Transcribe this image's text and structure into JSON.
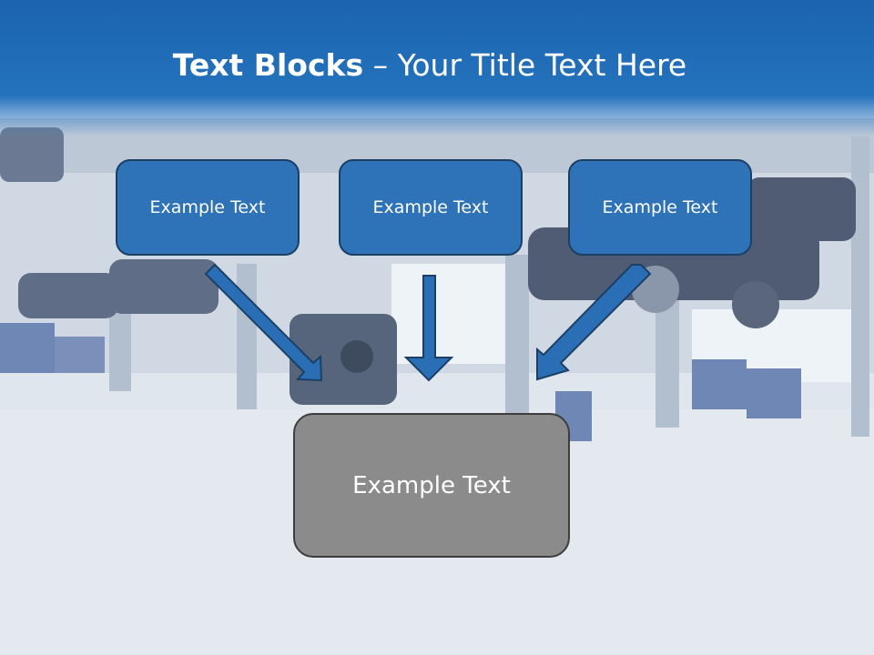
{
  "slide": {
    "title_bold": "Text Blocks",
    "title_dash": " – ",
    "title_rest": "Your Title Text Here"
  },
  "blocks": [
    {
      "label": "Example Text"
    },
    {
      "label": "Example Text"
    },
    {
      "label": "Example Text"
    }
  ],
  "target": {
    "label": "Example Text"
  },
  "colors": {
    "title_bar": "#2472bd",
    "block_fill": "#2e72b8",
    "block_border": "#1c3f66",
    "target_fill": "#8b8b8b",
    "target_border": "#3d3d3d",
    "arrow_fill": "#2a6fb5"
  },
  "icons": [
    "arrow-diagonal-right-icon",
    "arrow-down-icon",
    "arrow-diagonal-left-icon"
  ]
}
